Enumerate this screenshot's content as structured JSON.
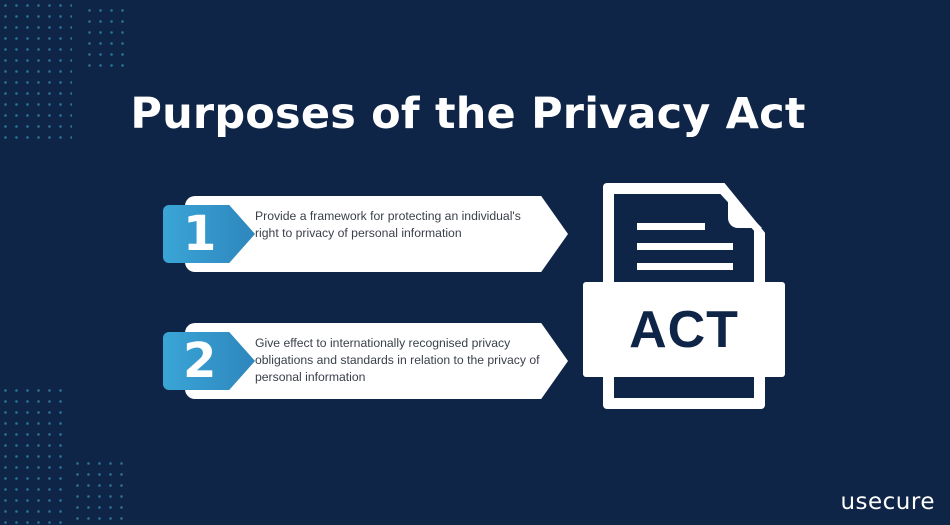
{
  "title": "Purposes of the Privacy Act",
  "items": [
    {
      "number": "1",
      "text": "Provide a framework for protecting an individual's right to privacy of personal information"
    },
    {
      "number": "2",
      "text": "Give effect to internationally recognised privacy obligations and standards in relation to the privacy of personal information"
    }
  ],
  "document_icon": {
    "label": "ACT",
    "icon": "document-icon"
  },
  "brand": {
    "logo_text": "usecure"
  },
  "colors": {
    "background": "#0f2547",
    "badge_start": "#3aa5d6",
    "badge_end": "#2e86bd",
    "card": "#ffffff",
    "text": "#3a3f4a"
  }
}
